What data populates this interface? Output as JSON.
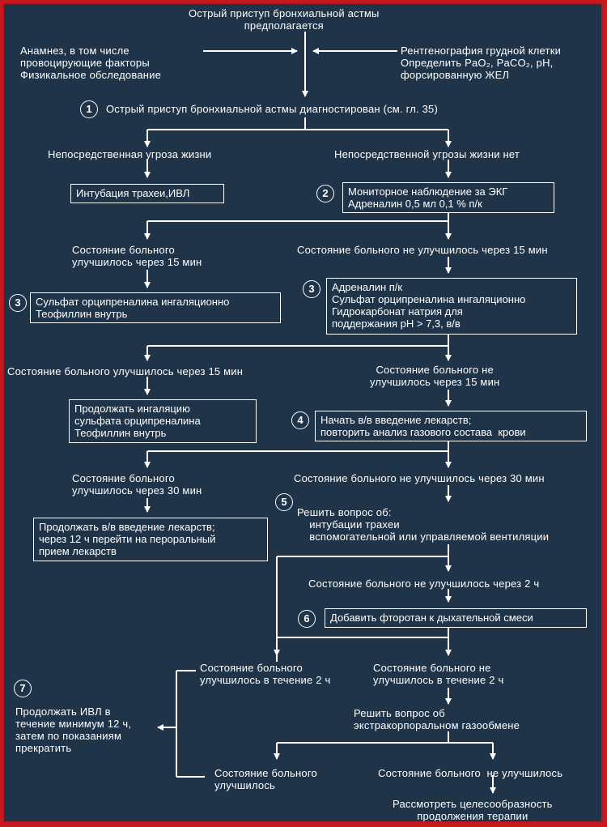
{
  "texts": {
    "title": "Острый приступ бронхиальной астмы\nпредполагается",
    "left_intro": "Анамнез, в том числе\nпровоцирующие факторы\nФизикальное обследование",
    "right_intro": "Рентгенография грудной клетки\nОпределить PaO₂, PaCO₂, pH,\nфорсированную ЖЕЛ",
    "diagnosed": "Острый приступ бронхиальной астмы диагностирован (см. гл. 35)",
    "threat": "Непосредственная угроза жизни",
    "no_threat": "Непосредственной угрозы жизни нет",
    "improved_15_a": "Состояние больного\nулучшилось через 15 мин",
    "not_improved_15_a": "Состояние больного не улучшилось через 15 мин",
    "improved_15_b": "Состояние больного улучшилось через 15 мин",
    "not_improved_15_b": "Состояние больного не\nулучшилось через 15 мин",
    "improved_30": "Состояние больного\nулучшилось через 30 мин",
    "not_improved_30": "Состояние больного не улучшилось через 30 мин",
    "decide_intubation": "Решить вопрос об:\n    интубации трахеи\n    вспомогательной или управляемой вентиляции",
    "not_improved_2h": "Состояние больного не улучшилось через 2 ч",
    "improved_2h": "Состояние больного\nулучшилось в течение 2 ч",
    "not_improved_within_2h": "Состояние больного не\nулучшилось в течение 2 ч",
    "continue_ivl": "Продолжать ИВЛ в\nтечение минимум 12 ч,\nзатем по показаниям\nпрекратить",
    "decide_ecmo": "Решить вопрос об\nэкстракорпоральном газообмене",
    "improved": "Состояние больного\nулучшилось",
    "not_improved": "Состояние больного  не улучшилось",
    "consider": "Рассмотреть целесообразность\nпродолжения терапии"
  },
  "boxes": {
    "intubation": "Интубация трахеи,ИВЛ",
    "ecg": "Мониторное наблюдение за ЭКГ\nАдреналин 0,5 мл 0,1 % п/к",
    "sulfate": "Сульфат орципреналина ингаляционно\nТеофиллин внутрь",
    "adrenaline": "Адреналин п/к\nСульфат орципреналина ингаляционно\nГидрокарбонат натрия для\nподдержания рН > 7,3, в/в",
    "continue_inhal": "Продолжать ингаляцию\nсульфата орципреналина\nТеофиллин внутрь",
    "start_iv": "Начать в/в введение лекарств;\nповторить анализ газового состава  крови",
    "continue_iv": "Продолжать в/в введение лекарств;\nчерез 12 ч перейти на пероральный\nприем лекарств",
    "ftorotan": "Добавить фторотан к дыхательной смеси"
  },
  "step_numbers": [
    "1",
    "2",
    "3",
    "3",
    "4",
    "5",
    "6",
    "7"
  ]
}
